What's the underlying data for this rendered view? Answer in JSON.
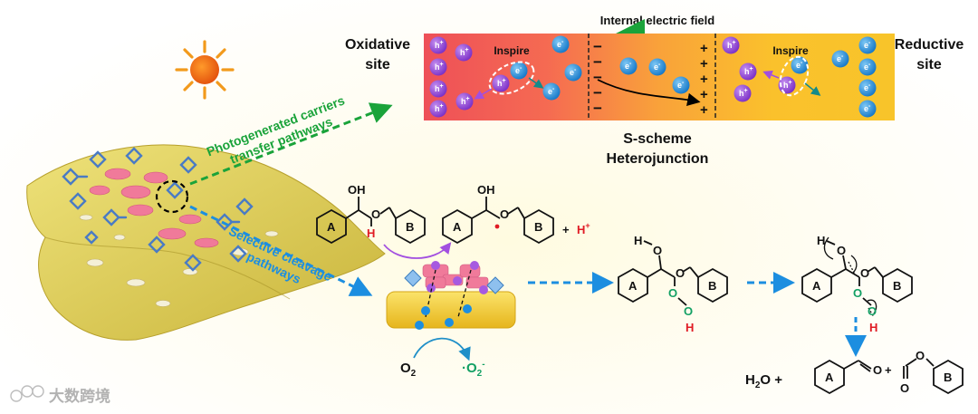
{
  "field_label": "Internal electric field",
  "oxidative_label": [
    "Oxidative",
    "site"
  ],
  "reductive_label": [
    "Reductive",
    "site"
  ],
  "inspire": "Inspire",
  "scheme_label": [
    "S-scheme",
    "Heterojunction"
  ],
  "pathway_photo": [
    "Photogenerated carriers",
    "transfer pathways"
  ],
  "pathway_cleave": [
    "Selective cleavage",
    "pathways"
  ],
  "h_plus": "h",
  "e_minus": "e",
  "ring_a": "A",
  "ring_b": "B",
  "oh": "OH",
  "o_atom": "O",
  "h_atom": "H",
  "plus": "+",
  "h_ion": "H",
  "o2": "O",
  "superoxide": "·O",
  "water": "H",
  "watermark": "大数跨境",
  "colors": {
    "oxidative": "#ee5058",
    "reductive": "#f8c42a",
    "hole": "#8a3fd0",
    "electron": "#1c8bd6",
    "green_arrow": "#1aa33a",
    "blue_arrow": "#1c8ee0",
    "red_h": "#e01b24",
    "green_o": "#12a064"
  }
}
